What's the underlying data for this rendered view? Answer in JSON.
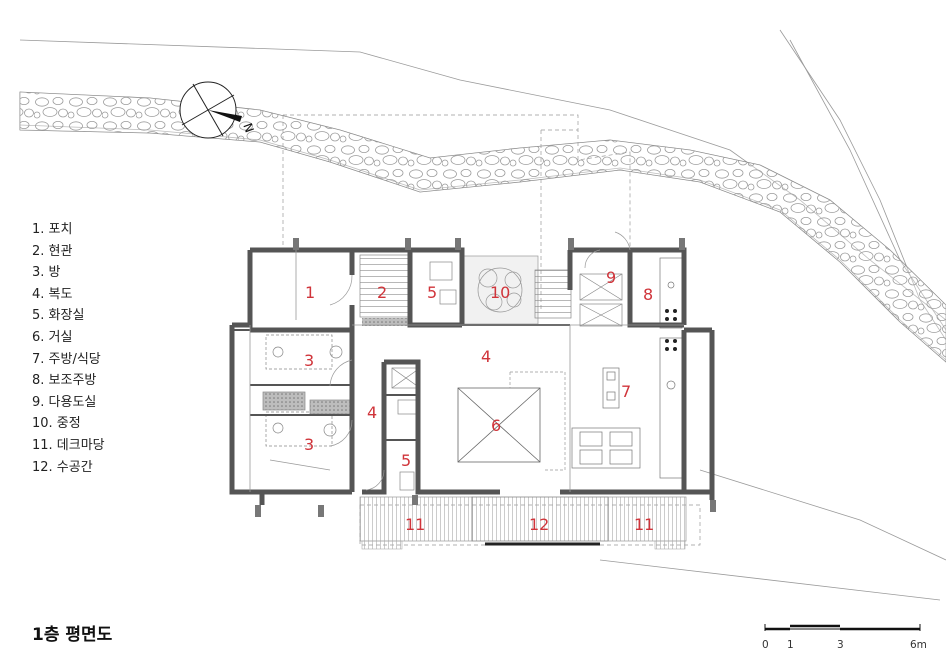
{
  "title": "1층 평면도",
  "legend": [
    "1. 포치",
    "2. 현관",
    "3. 방",
    "4. 복도",
    "5. 화장실",
    "6. 거실",
    "7. 주방/식당",
    "8. 보조주방",
    "9. 다용도실",
    "10. 중정",
    "11. 데크마당",
    "12. 수공간"
  ],
  "rooms": {
    "r1": "1",
    "r2": "2",
    "r3a": "3",
    "r3b": "3",
    "r4a": "4",
    "r4b": "4",
    "r5a": "5",
    "r5b": "5",
    "r6": "6",
    "r7": "7",
    "r8": "8",
    "r9": "9",
    "r10": "10",
    "r11a": "11",
    "r11b": "11",
    "r12": "12"
  },
  "compass": {
    "north_label": "N"
  },
  "scale": {
    "ticks": [
      "0",
      "1",
      "3",
      "6m"
    ]
  },
  "colors": {
    "room_number": "#d0343a",
    "wall": "#555555",
    "line": "#777777"
  }
}
